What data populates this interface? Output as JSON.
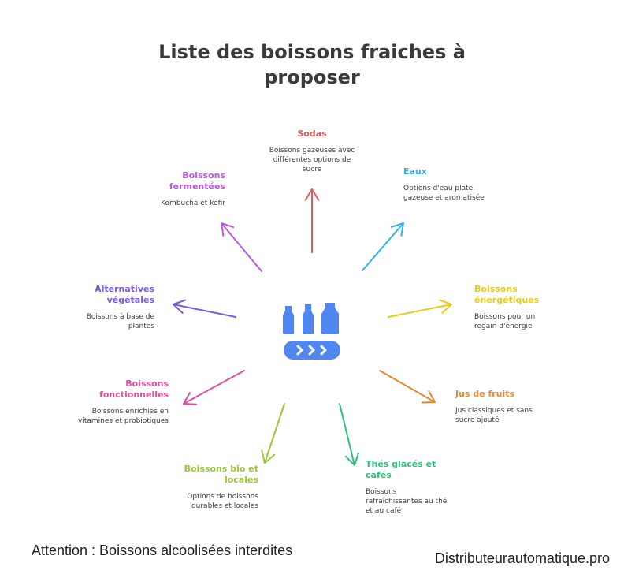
{
  "title": "Liste des boissons fraiches à proposer",
  "center_icon": "bottles-conveyor-icon",
  "nodes": [
    {
      "id": "sodas",
      "heading": "Sodas",
      "desc": "Boissons gazeuses avec différentes options de sucre",
      "color": "#e05a5a"
    },
    {
      "id": "eaux",
      "heading": "Eaux",
      "desc": "Options d'eau plate, gazeuse et aromatisée",
      "color": "#2fb3e8"
    },
    {
      "id": "energetiques",
      "heading": "Boissons énergétiques",
      "desc": "Boissons pour un regain d'énergie",
      "color": "#e6cc1a"
    },
    {
      "id": "jus",
      "heading": "Jus de fruits",
      "desc": "Jus classiques et sans sucre ajouté",
      "color": "#e8872d"
    },
    {
      "id": "thes",
      "heading": "Thés glacés et cafés",
      "desc": "Boissons rafraîchissantes au thé et au café",
      "color": "#2fbf7a"
    },
    {
      "id": "bio",
      "heading": "Boissons bio et locales",
      "desc": "Options de boissons durables et locales",
      "color": "#9dc53a"
    },
    {
      "id": "fonctionnelles",
      "heading": "Boissons fonctionnelles",
      "desc": "Boissons enrichies en vitamines et probiotiques",
      "color": "#e04fa0"
    },
    {
      "id": "vegetales",
      "heading": "Alternatives végétales",
      "desc": "Boissons à base de plantes",
      "color": "#7a5ae0"
    },
    {
      "id": "fermentees",
      "heading": "Boissons fermentées",
      "desc": "Kombucha et kéfir",
      "color": "#b85ae0"
    }
  ],
  "footer": {
    "note": "Attention : Boissons alcoolisées interdites",
    "site": "Distributeurautomatique.pro"
  },
  "center_color": "#4f86f0"
}
